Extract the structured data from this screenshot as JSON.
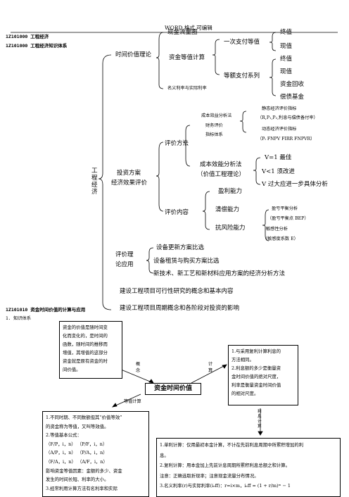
{
  "header": {
    "word_format": "WORD 格式 可编辑"
  },
  "sections": {
    "s1": "1Z101000 工程经济",
    "s2": "1Z101000 工程经济知识体系",
    "s3": "1Z101010 资金时间价值的计算与应用",
    "s4": "1. 知识体系"
  },
  "tree": {
    "root": [
      "工",
      "程",
      "经",
      "济"
    ],
    "branch_time": "时间价值理论",
    "time_cashflow": "现金流量图",
    "time_equiv": "资金等值计算",
    "once_pay": "一次支付等值",
    "once_items": [
      "终值",
      "现值"
    ],
    "equal_series": "等额支付系列",
    "equal_items": [
      "终值",
      "现值",
      "资金回收",
      "偿债基金"
    ],
    "nominal_rate": "名义利率与实际利率",
    "branch_invest": [
      "投资方案",
      "经济效果评价"
    ],
    "eval_method": "评价方法",
    "cost_benefit": "成本效益分析法",
    "fin_eval": "财务评价",
    "index_system": "指标体系",
    "static_idx": "静态经济评价指标",
    "static_detail": "（R,P₁,P₂,利息与偿债备付率）",
    "dynamic_idx": "动态经济评价指标",
    "dynamic_detail": "（Pₜ FNPV FIRR FNPVR）",
    "cost_eff": "成本效能分析法",
    "value_theory": "（价值工程理论）",
    "v_items": [
      "V=1 最佳",
      "V<1 须改进",
      "V 过大应进一步具体分析"
    ],
    "eval_content": "评价内容",
    "profit": "盈利能力",
    "solvency": "清偿能力",
    "risk": "抗风险能力",
    "breakeven": "盈亏平衡分析",
    "breakeven_pt": "（盈亏平衡点 BEP）",
    "sensitivity": "敏感性分析",
    "sensitivity_coef": "（敏感度系数 E）",
    "branch_apply": [
      "评价理",
      "论应用"
    ],
    "apply_items": [
      "设备更新方案比选",
      "设备租赁与购买方案比选",
      "新技术、新工艺和新材料应用方案的经济分析方法"
    ],
    "feasibility": "建设工程项目可行性研究的概念和基本内容",
    "lifecycle": "建设工程项目周期概念和各阶段对投资的影响"
  },
  "concept": {
    "center": "资金时间价值",
    "box_concept": [
      "资金的价值是随时间变",
      "化而变化的，是时间的",
      "函数，随时间的推移而",
      "增值，其增值的这部分",
      "资金就是原有资金的时",
      "间价值。"
    ],
    "label_concept": [
      "概",
      "念"
    ],
    "label_calc": [
      "计",
      "算"
    ],
    "box_calc": [
      "1.与采用复利计算利息的",
      "方法相同。",
      "2.利息额的多少是衡量资",
      "金时间价值的绝对尺度，",
      "利率是衡量资金时间价值",
      "的相对尺度。"
    ],
    "label_interest": [
      "利",
      "息",
      "计",
      "算"
    ],
    "label_equal": "等值计算",
    "box_equal": [
      "1.不同时期、不同数额但其“价值等效”",
      "的资金称为等值，又叫等效值。",
      "2.等值基本公式：",
      "（F/P，i，n）  （P/F，i，n）",
      "（A/P，i，n）  （P/A，i，n）",
      "（F/A，i，n）  （A/F，i，n）",
      "影响资金等值因素：金额的多少、资金",
      "发生的时间长短、利率的大小。",
      "3.经常利用计算方法有名利率和实际"
    ],
    "box_interest": [
      "1.单利计算：仅用最初本金计算，不计在先前利息周期中所累积增加的利",
      "息。",
      "2.复利计算：用本金加上先前计息周期所累积利息总额之和计算。",
      "注意：正确选取折现率；注意现金流量分布情况。",
      "3.名义利率(r)与实际利率(iₑff)：r=i×m，iₑff = (1 + r/m)ᵐ − 1"
    ]
  }
}
